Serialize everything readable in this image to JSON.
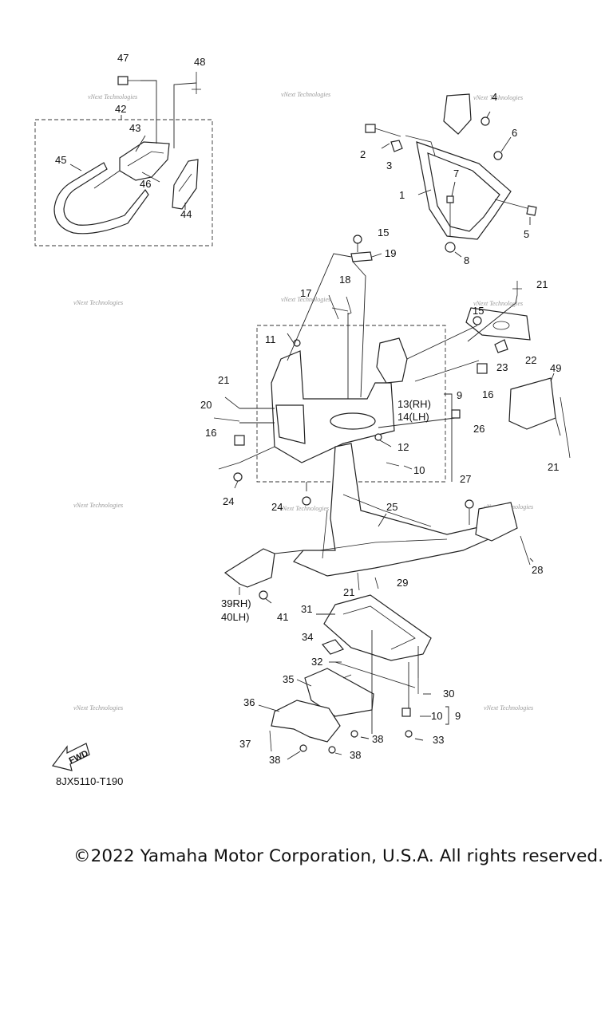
{
  "watermark_text": "vNext Technologies",
  "fwd_label": "FWD",
  "diagram_code": "8JX5110-T190",
  "copyright": "©2022 Yamaha Motor Corporation, U.S.A. All rights reserved.",
  "callouts": [
    "47",
    "48",
    "42",
    "43",
    "45",
    "46",
    "44",
    "4",
    "6",
    "2",
    "3",
    "7",
    "1",
    "5",
    "8",
    "15",
    "19",
    "17",
    "18",
    "21",
    "15",
    "22",
    "23",
    "16",
    "11",
    "13(RH)",
    "14(LH)",
    "9",
    "21",
    "20",
    "16",
    "12",
    "26",
    "49",
    "21",
    "10",
    "24",
    "24",
    "27",
    "25",
    "28",
    "39RH)",
    "40LH)",
    "41",
    "21",
    "29",
    "31",
    "34",
    "32",
    "35",
    "30",
    "36",
    "10",
    "9",
    "37",
    "38",
    "38",
    "38",
    "33"
  ]
}
